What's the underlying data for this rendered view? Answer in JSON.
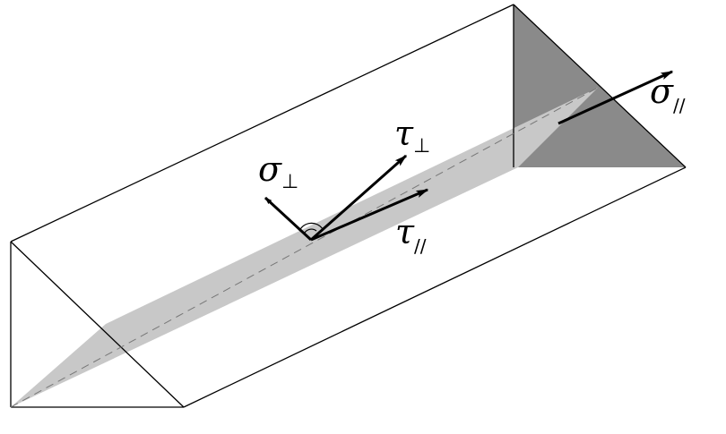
{
  "labels": {
    "sigma_perp": {
      "symbol": "σ",
      "subscript": "⊥"
    },
    "tau_perp": {
      "symbol": "τ",
      "subscript": "⊥"
    },
    "tau_par": {
      "symbol": "τ",
      "subscript": "//"
    },
    "sigma_par": {
      "symbol": "σ",
      "subscript": "//"
    }
  },
  "colors": {
    "outline": "#000000",
    "plane": "#c8c8c8",
    "end_face": "#8a8a8a",
    "dashed": "#777777"
  }
}
